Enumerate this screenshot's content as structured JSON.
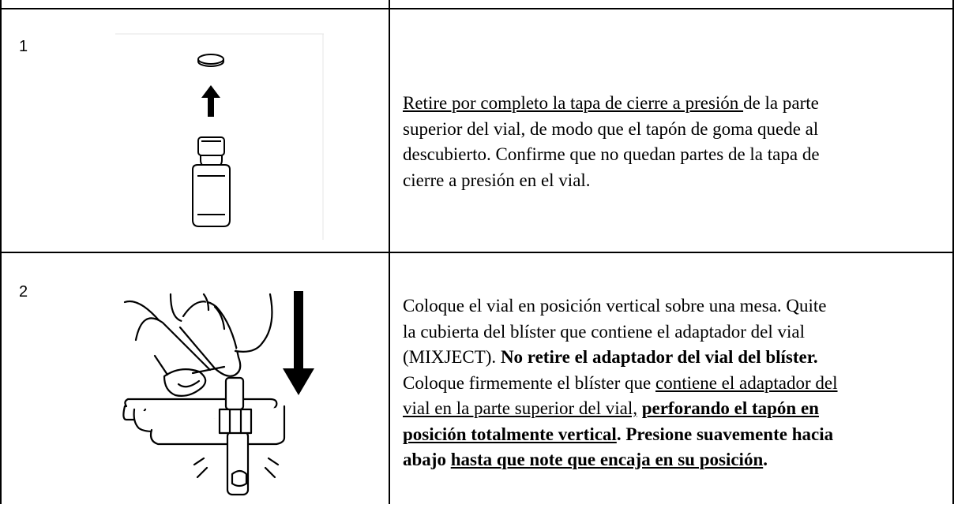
{
  "steps": [
    {
      "number": "1",
      "figure_icon": "vial-cap-removal-illustration",
      "text": {
        "u1": "Retire por completo la tapa de cierre a presión ",
        "t1": "de la parte",
        "l2": "superior del vial, de modo que el tapón de goma quede al",
        "l3": "descubierto. Confirme que no quedan partes de la tapa de",
        "l4": "cierre a presión en el vial."
      }
    },
    {
      "number": "2",
      "figure_icon": "blister-adapter-press-illustration",
      "text": {
        "l1": "Coloque el vial en posición vertical sobre una mesa. Quite",
        "l2": "la cubierta del blíster que contiene el adaptador del vial",
        "l3a": "(MIXJECT). ",
        "l3b": "No retire el adaptador del vial del blíster.",
        "l4a": "Coloque firmemente el blíster que ",
        "l4b": "contiene el adaptador del",
        "l5a": "vial en la parte superior del vial,",
        "l5b": " ",
        "l5c": "perforando el tapón en",
        "l6a": "posición totalmente vertical",
        "l6b": ". Presione suavemente hacia",
        "l7a": "abajo ",
        "l7b": "hasta que note que encaja en su posición",
        "l7c": "."
      }
    }
  ]
}
